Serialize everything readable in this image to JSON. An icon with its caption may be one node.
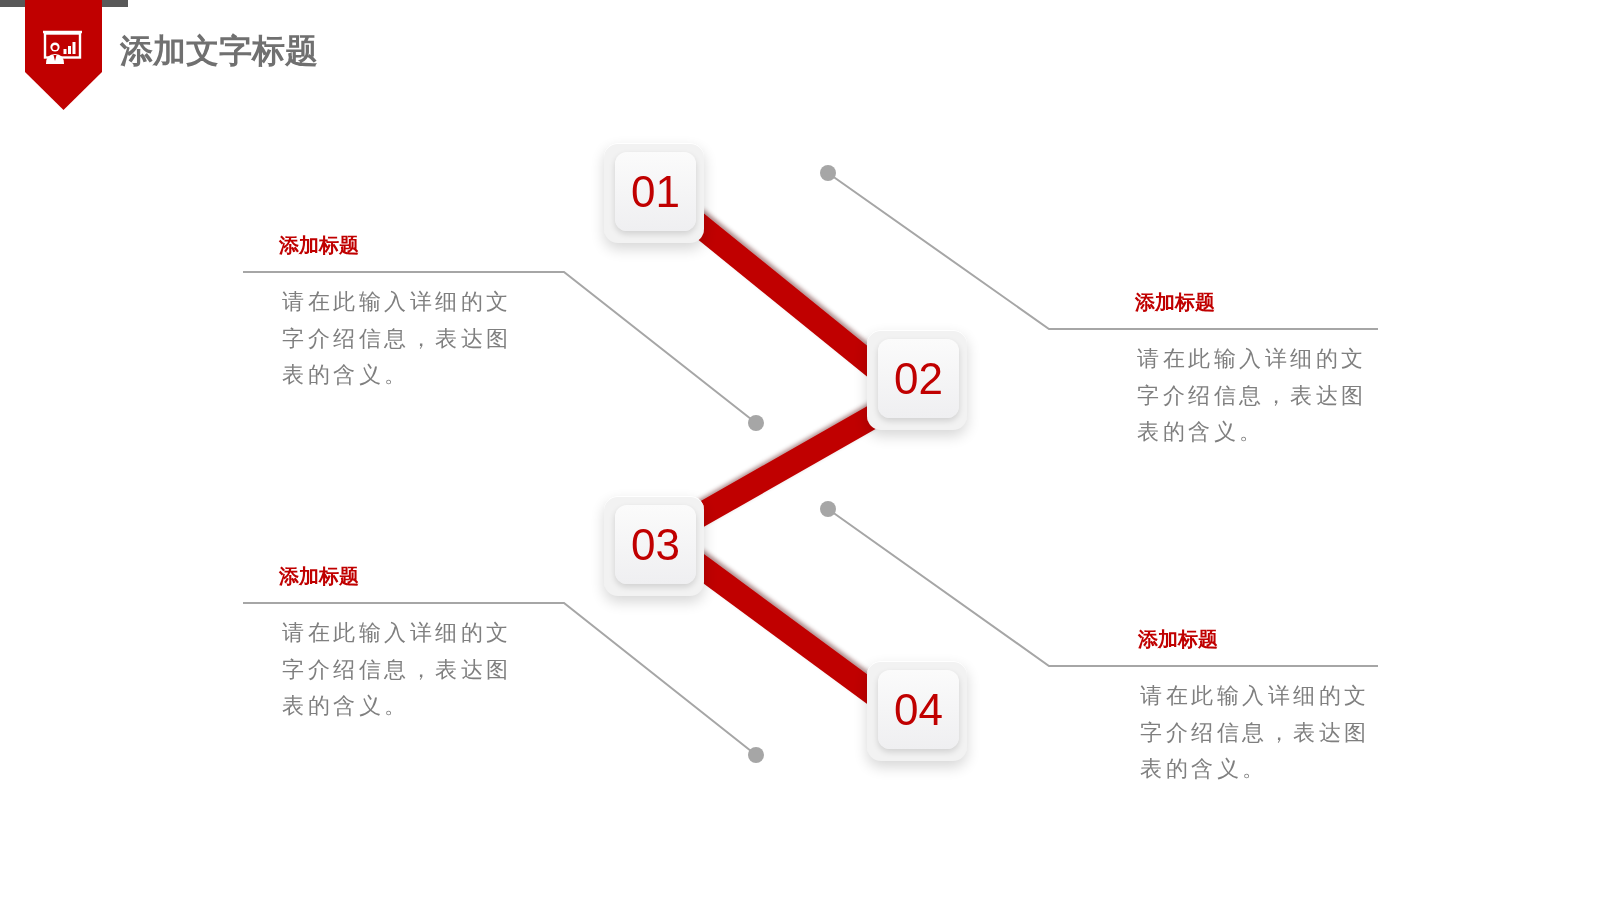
{
  "diagram": {
    "title": "添加文字标题",
    "nodes": [
      {
        "text": [
          "01"
        ]
      },
      {
        "text": [
          "02"
        ]
      },
      {
        "text": [
          "03"
        ]
      },
      {
        "text": [
          "04"
        ]
      },
      {
        "text": [
          "添加标题",
          "请在此输入详细的文字介绍信息，表达图表的含义。"
        ]
      },
      {
        "text": [
          "添加标题",
          "请在此输入详细的文字介绍信息，表达图表的含义。"
        ]
      },
      {
        "text": [
          "添加标题",
          "请在此输入详细的文字介绍信息，表达图表的含义。"
        ]
      },
      {
        "text": [
          "添加标题",
          "请在此输入详细的文字介绍信息，表达图表的含义。"
        ]
      }
    ],
    "edges": [
      {
        "from": 0,
        "to": 1,
        "arrow": "none",
        "style": "thick",
        "color": "#c00000"
      },
      {
        "from": 1,
        "to": 2,
        "arrow": "none",
        "style": "thick",
        "color": "#c00000"
      },
      {
        "from": 2,
        "to": 3,
        "arrow": "none",
        "style": "thick",
        "color": "#c00000"
      },
      {
        "from": 4,
        "to": null,
        "arrow": "other"
      },
      {
        "from": 5,
        "to": null,
        "arrow": "other"
      },
      {
        "from": 6,
        "to": null,
        "arrow": "other"
      },
      {
        "from": 7,
        "to": null,
        "arrow": "other"
      }
    ]
  }
}
